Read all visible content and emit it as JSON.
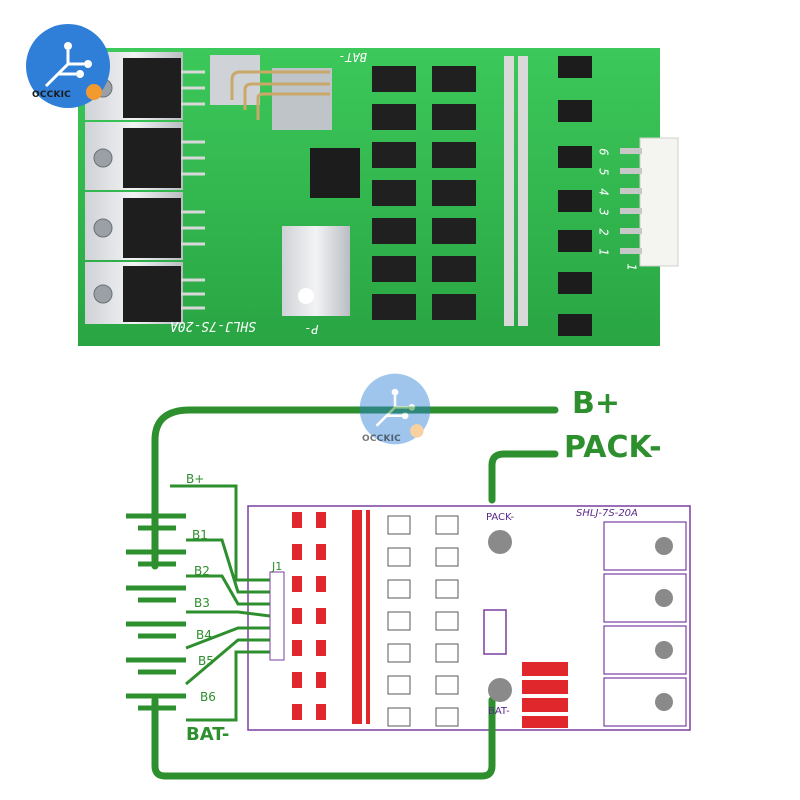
{
  "watermark": {
    "brand": "OCCKIC"
  },
  "photo": {
    "board_silkscreen": "SHLJ-7S-20A",
    "bat_label": "BAT-",
    "p_label": "P-",
    "pin_numbers": [
      "6",
      "5",
      "4",
      "3",
      "2",
      "1"
    ],
    "pin_one": "1"
  },
  "diagram": {
    "b_plus": "B+",
    "pack_minus": "PACK-",
    "bat_minus": "BAT-",
    "wire_b_plus": "B+",
    "cells": [
      "B1",
      "B2",
      "B3",
      "B4",
      "B5",
      "B6"
    ],
    "connector": "J1",
    "board_name": "SHLJ-7S-20A",
    "board_pack_minus": "PACK-",
    "board_bat_minus": "BAT-"
  },
  "colors": {
    "pcb_green": "#2fb04a",
    "wire_green": "#2d8f2d",
    "outline_purple": "#7a3fa0",
    "component_red": "#e0272b",
    "logo_blue": "#2f7fd8"
  }
}
